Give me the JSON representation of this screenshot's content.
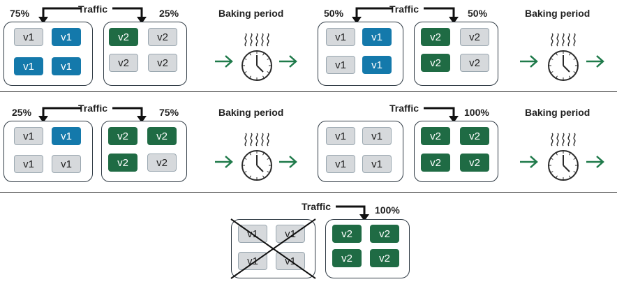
{
  "labels": {
    "traffic": "Traffic",
    "baking_period": "Baking period",
    "v1": "v1",
    "v2": "v2"
  },
  "stages": [
    {
      "id": "stage-1",
      "v1_percent": "75%",
      "v2_percent": "25%",
      "v1_states": [
        "gray",
        "blue",
        "blue",
        "blue"
      ],
      "v2_states": [
        "green",
        "gray",
        "gray",
        "gray"
      ]
    },
    {
      "id": "stage-2",
      "v1_percent": "50%",
      "v2_percent": "50%",
      "v1_states": [
        "gray",
        "blue",
        "gray",
        "blue"
      ],
      "v2_states": [
        "green",
        "gray",
        "green",
        "gray"
      ]
    },
    {
      "id": "stage-3",
      "v1_percent": "25%",
      "v2_percent": "75%",
      "v1_states": [
        "gray",
        "blue",
        "gray",
        "gray"
      ],
      "v2_states": [
        "green",
        "green",
        "green",
        "gray"
      ]
    },
    {
      "id": "stage-4",
      "v1_percent": "",
      "v2_percent": "100%",
      "v1_states": [
        "gray",
        "gray",
        "gray",
        "gray"
      ],
      "v2_states": [
        "green",
        "green",
        "green",
        "green"
      ]
    },
    {
      "id": "stage-5",
      "v1_percent": "",
      "v2_percent": "100%",
      "v1_states": [
        "gray",
        "gray",
        "gray",
        "gray"
      ],
      "v2_states": [
        "green",
        "green",
        "green",
        "green"
      ],
      "v1_removed": true
    }
  ],
  "colors": {
    "v1_active": "#1479ab",
    "v2_active": "#1f6b44",
    "inactive": "#d6d9dc",
    "arrow": "#1f7a4a"
  }
}
